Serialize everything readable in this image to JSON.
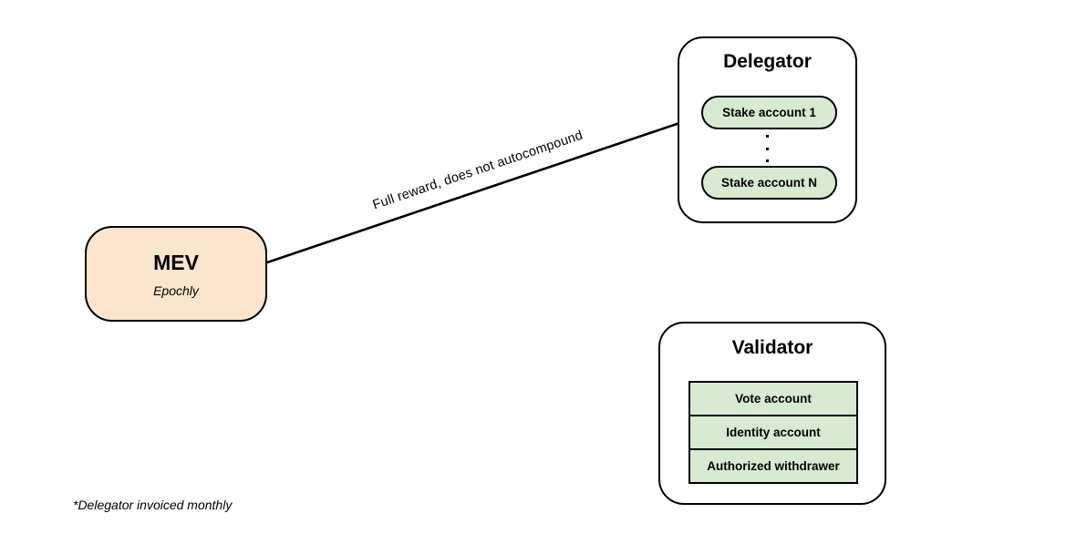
{
  "colors": {
    "background": "#ffffff",
    "ink": "#000000",
    "mev-fill": "#fbe5cc",
    "account-fill": "#d9ead3"
  },
  "mev": {
    "title": "MEV",
    "subtitle": "Epochly"
  },
  "arrow": {
    "label": "Full reward, does not autocompound"
  },
  "delegator": {
    "title": "Delegator",
    "stake_accounts": [
      "Stake account 1",
      "Stake account N"
    ],
    "ellipsis_icon": "vertical-ellipsis"
  },
  "validator": {
    "title": "Validator",
    "accounts": [
      "Vote account",
      "Identity account",
      "Authorized withdrawer"
    ]
  },
  "footnote": "*Delegator invoiced monthly"
}
